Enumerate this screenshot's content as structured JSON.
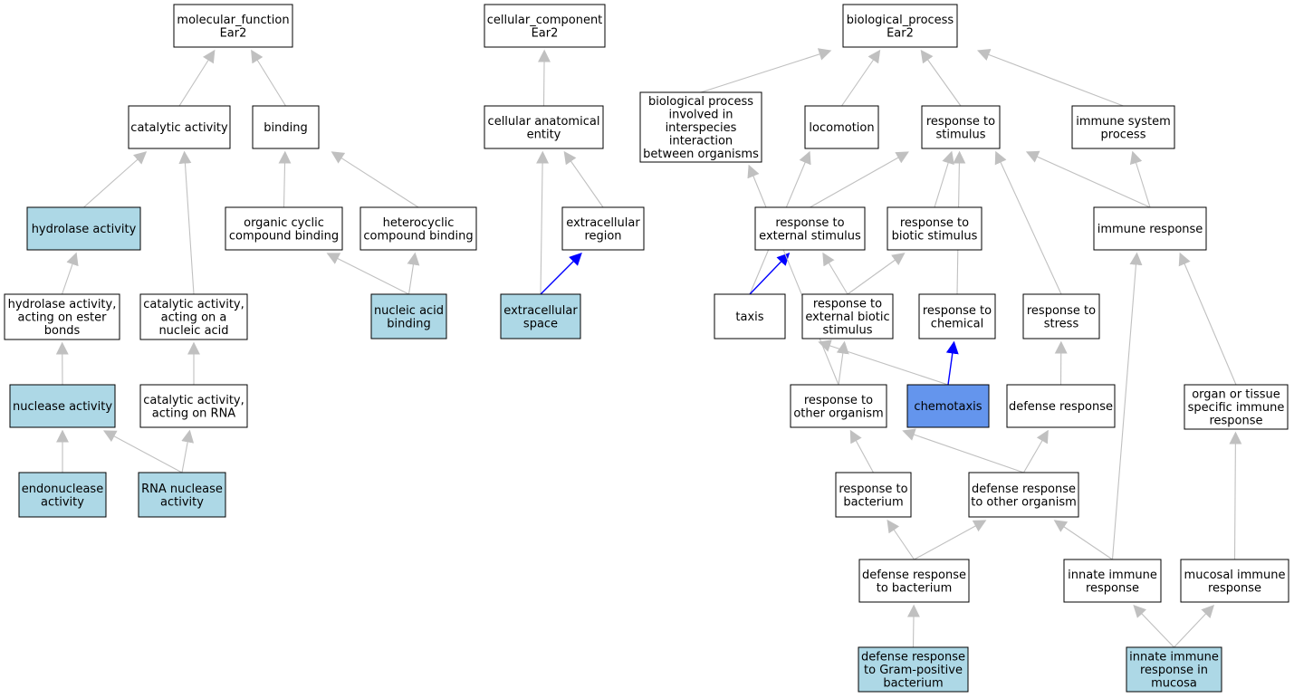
{
  "colors": {
    "plain": "#ffffff",
    "annotated": "#add8e6",
    "focus": "#6495ed",
    "edge_gray": "#c0c0c0",
    "edge_blue": "#0000ff"
  },
  "nodes": {
    "mf_root": {
      "lines": [
        "molecular_function",
        "Ear2"
      ],
      "kind": "plain"
    },
    "catalytic": {
      "lines": [
        "catalytic activity"
      ],
      "kind": "plain"
    },
    "binding": {
      "lines": [
        "binding"
      ],
      "kind": "plain"
    },
    "hydrolase": {
      "lines": [
        "hydrolase activity"
      ],
      "kind": "annotated"
    },
    "hydrolase_ester": {
      "lines": [
        "hydrolase activity,",
        "acting on ester",
        "bonds"
      ],
      "kind": "plain"
    },
    "cat_nucleic": {
      "lines": [
        "catalytic activity,",
        "acting on a",
        "nucleic acid"
      ],
      "kind": "plain"
    },
    "cat_rna": {
      "lines": [
        "catalytic activity,",
        "acting on RNA"
      ],
      "kind": "plain"
    },
    "nuclease": {
      "lines": [
        "nuclease activity"
      ],
      "kind": "annotated"
    },
    "endonuclease": {
      "lines": [
        "endonuclease",
        "activity"
      ],
      "kind": "annotated"
    },
    "rna_nuclease": {
      "lines": [
        "RNA nuclease",
        "activity"
      ],
      "kind": "annotated"
    },
    "organic_cyclic": {
      "lines": [
        "organic cyclic",
        "compound binding"
      ],
      "kind": "plain"
    },
    "heterocyclic": {
      "lines": [
        "heterocyclic",
        "compound binding"
      ],
      "kind": "plain"
    },
    "nucleic_binding": {
      "lines": [
        "nucleic acid",
        "binding"
      ],
      "kind": "annotated"
    },
    "cc_root": {
      "lines": [
        "cellular_component",
        "Ear2"
      ],
      "kind": "plain"
    },
    "cell_anat": {
      "lines": [
        "cellular anatomical",
        "entity"
      ],
      "kind": "plain"
    },
    "extracell_region": {
      "lines": [
        "extracellular",
        "region"
      ],
      "kind": "plain"
    },
    "extracell_space": {
      "lines": [
        "extracellular",
        "space"
      ],
      "kind": "annotated"
    },
    "bp_root": {
      "lines": [
        "biological_process",
        "Ear2"
      ],
      "kind": "plain"
    },
    "interspecies": {
      "lines": [
        "biological process",
        "involved in",
        "interspecies",
        "interaction",
        "between organisms"
      ],
      "kind": "plain"
    },
    "locomotion": {
      "lines": [
        "locomotion"
      ],
      "kind": "plain"
    },
    "resp_stimulus": {
      "lines": [
        "response to",
        "stimulus"
      ],
      "kind": "plain"
    },
    "immune_sys": {
      "lines": [
        "immune system",
        "process"
      ],
      "kind": "plain"
    },
    "resp_external": {
      "lines": [
        "response to",
        "external stimulus"
      ],
      "kind": "plain"
    },
    "resp_biotic": {
      "lines": [
        "response to",
        "biotic stimulus"
      ],
      "kind": "plain"
    },
    "immune_resp": {
      "lines": [
        "immune response"
      ],
      "kind": "plain"
    },
    "taxis": {
      "lines": [
        "taxis"
      ],
      "kind": "plain"
    },
    "resp_ext_biotic": {
      "lines": [
        "response to",
        "external biotic",
        "stimulus"
      ],
      "kind": "plain"
    },
    "resp_chemical": {
      "lines": [
        "response to",
        "chemical"
      ],
      "kind": "plain"
    },
    "resp_stress": {
      "lines": [
        "response to",
        "stress"
      ],
      "kind": "plain"
    },
    "resp_other_org": {
      "lines": [
        "response to",
        "other organism"
      ],
      "kind": "plain"
    },
    "chemotaxis": {
      "lines": [
        "chemotaxis"
      ],
      "kind": "focus"
    },
    "defense_resp": {
      "lines": [
        "defense response"
      ],
      "kind": "plain"
    },
    "organ_immune": {
      "lines": [
        "organ or tissue",
        "specific immune",
        "response"
      ],
      "kind": "plain"
    },
    "resp_bacterium": {
      "lines": [
        "response to",
        "bacterium"
      ],
      "kind": "plain"
    },
    "defense_other": {
      "lines": [
        "defense response",
        "to other organism"
      ],
      "kind": "plain"
    },
    "defense_bacterium": {
      "lines": [
        "defense response",
        "to bacterium"
      ],
      "kind": "plain"
    },
    "innate_immune": {
      "lines": [
        "innate immune",
        "response"
      ],
      "kind": "plain"
    },
    "mucosal_immune": {
      "lines": [
        "mucosal immune",
        "response"
      ],
      "kind": "plain"
    },
    "defense_gram": {
      "lines": [
        "defense response",
        "to Gram-positive",
        "bacterium"
      ],
      "kind": "annotated"
    },
    "innate_mucosa": {
      "lines": [
        "innate immune",
        "response in",
        "mucosa"
      ],
      "kind": "annotated"
    }
  },
  "edges": [
    {
      "from": "catalytic",
      "to": "mf_root",
      "color": "gray"
    },
    {
      "from": "binding",
      "to": "mf_root",
      "color": "gray"
    },
    {
      "from": "hydrolase",
      "to": "catalytic",
      "color": "gray"
    },
    {
      "from": "cat_nucleic",
      "to": "catalytic",
      "color": "gray"
    },
    {
      "from": "organic_cyclic",
      "to": "binding",
      "color": "gray"
    },
    {
      "from": "heterocyclic",
      "to": "binding",
      "color": "gray"
    },
    {
      "from": "hydrolase_ester",
      "to": "hydrolase",
      "color": "gray"
    },
    {
      "from": "cat_rna",
      "to": "cat_nucleic",
      "color": "gray"
    },
    {
      "from": "nuclease",
      "to": "hydrolase_ester",
      "color": "gray"
    },
    {
      "from": "endonuclease",
      "to": "nuclease",
      "color": "gray"
    },
    {
      "from": "rna_nuclease",
      "to": "nuclease",
      "color": "gray"
    },
    {
      "from": "rna_nuclease",
      "to": "cat_rna",
      "color": "gray"
    },
    {
      "from": "nucleic_binding",
      "to": "organic_cyclic",
      "color": "gray"
    },
    {
      "from": "nucleic_binding",
      "to": "heterocyclic",
      "color": "gray"
    },
    {
      "from": "cell_anat",
      "to": "cc_root",
      "color": "gray"
    },
    {
      "from": "extracell_region",
      "to": "cell_anat",
      "color": "gray"
    },
    {
      "from": "extracell_space",
      "to": "cell_anat",
      "color": "gray"
    },
    {
      "from": "extracell_space",
      "to": "extracell_region",
      "color": "blue"
    },
    {
      "from": "interspecies",
      "to": "bp_root",
      "color": "gray"
    },
    {
      "from": "locomotion",
      "to": "bp_root",
      "color": "gray"
    },
    {
      "from": "resp_stimulus",
      "to": "bp_root",
      "color": "gray"
    },
    {
      "from": "immune_sys",
      "to": "bp_root",
      "color": "gray"
    },
    {
      "from": "resp_external",
      "to": "resp_stimulus",
      "color": "gray"
    },
    {
      "from": "resp_biotic",
      "to": "resp_stimulus",
      "color": "gray"
    },
    {
      "from": "immune_resp",
      "to": "resp_stimulus",
      "color": "gray"
    },
    {
      "from": "resp_chemical",
      "to": "resp_stimulus",
      "color": "gray"
    },
    {
      "from": "resp_stress",
      "to": "resp_stimulus",
      "color": "gray"
    },
    {
      "from": "immune_resp",
      "to": "immune_sys",
      "color": "gray"
    },
    {
      "from": "taxis",
      "to": "locomotion",
      "color": "gray"
    },
    {
      "from": "taxis",
      "to": "resp_external",
      "color": "blue"
    },
    {
      "from": "resp_ext_biotic",
      "to": "resp_external",
      "color": "gray"
    },
    {
      "from": "resp_ext_biotic",
      "to": "resp_biotic",
      "color": "gray"
    },
    {
      "from": "resp_other_org",
      "to": "resp_ext_biotic",
      "color": "gray"
    },
    {
      "from": "resp_other_org",
      "to": "interspecies",
      "color": "gray"
    },
    {
      "from": "chemotaxis",
      "to": "taxis",
      "color": "gray"
    },
    {
      "from": "chemotaxis",
      "to": "resp_chemical",
      "color": "blue"
    },
    {
      "from": "defense_resp",
      "to": "resp_stress",
      "color": "gray"
    },
    {
      "from": "organ_immune",
      "to": "immune_resp",
      "color": "gray"
    },
    {
      "from": "resp_bacterium",
      "to": "resp_other_org",
      "color": "gray"
    },
    {
      "from": "defense_other",
      "to": "resp_other_org",
      "color": "gray"
    },
    {
      "from": "defense_other",
      "to": "defense_resp",
      "color": "gray"
    },
    {
      "from": "defense_bacterium",
      "to": "resp_bacterium",
      "color": "gray"
    },
    {
      "from": "defense_bacterium",
      "to": "defense_other",
      "color": "gray"
    },
    {
      "from": "innate_immune",
      "to": "defense_other",
      "color": "gray"
    },
    {
      "from": "innate_immune",
      "to": "immune_resp",
      "color": "gray"
    },
    {
      "from": "mucosal_immune",
      "to": "organ_immune",
      "color": "gray"
    },
    {
      "from": "defense_gram",
      "to": "defense_bacterium",
      "color": "gray"
    },
    {
      "from": "innate_mucosa",
      "to": "innate_immune",
      "color": "gray"
    },
    {
      "from": "innate_mucosa",
      "to": "mucosal_immune",
      "color": "gray"
    }
  ]
}
